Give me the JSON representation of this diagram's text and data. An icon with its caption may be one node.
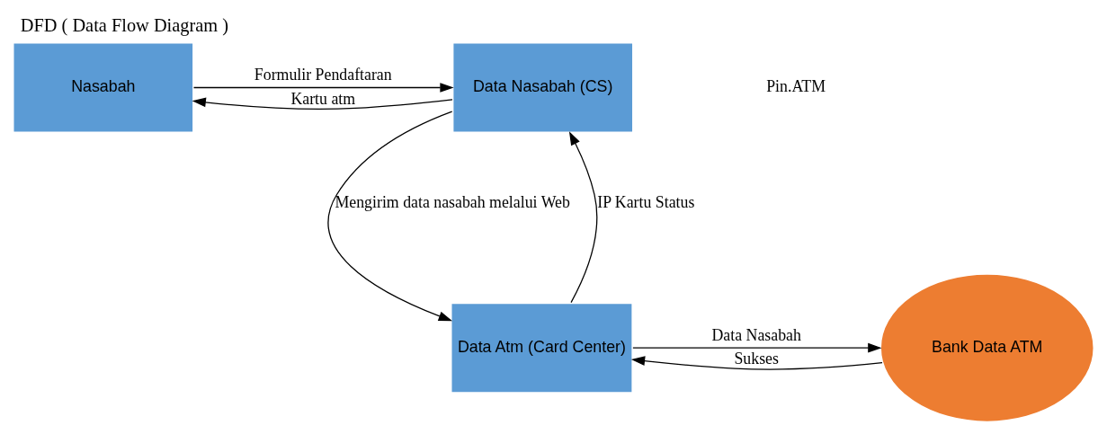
{
  "diagram": {
    "title": "DFD ( Data Flow Diagram )",
    "nodes": [
      {
        "text": [
          "Nasabah"
        ]
      },
      {
        "text": [
          "Data Nasabah (CS)"
        ]
      },
      {
        "text": [
          "Bank Data ATM"
        ]
      },
      {
        "text": [
          "Data Atm (Card Center)"
        ]
      }
    ],
    "edges": [
      {
        "from": 0,
        "to": 1,
        "arrow": "to",
        "label": "Formulir Pendaftaran"
      },
      {
        "from": 1,
        "to": 0,
        "arrow": "to",
        "label": "Kartu atm"
      },
      {
        "from": 1,
        "to": 3,
        "arrow": "to",
        "label": "Mengirim data nasabah melalui Web"
      },
      {
        "from": 3,
        "to": 1,
        "arrow": "to",
        "label": "IP Kartu Status"
      },
      {
        "from": 2,
        "to": 3,
        "arrow": "to",
        "label": "Sukses"
      },
      {
        "from": 3,
        "to": 2,
        "arrow": "to",
        "label": "Data Nasabah"
      }
    ],
    "labels": [
      "Pin.ATM"
    ]
  }
}
